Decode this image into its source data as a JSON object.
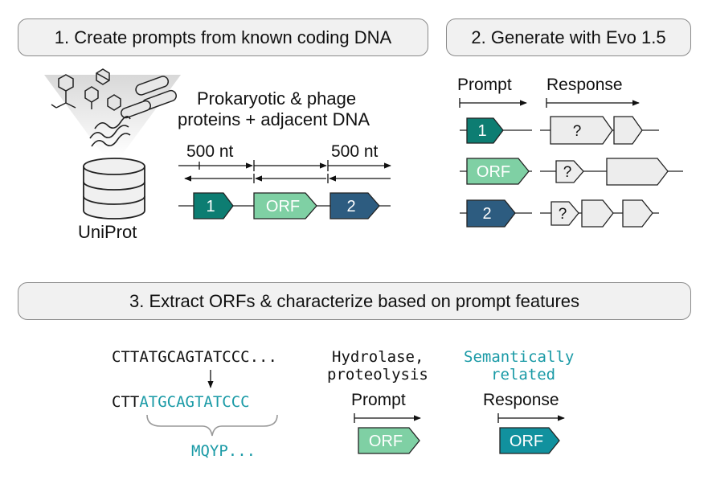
{
  "steps": {
    "step1": "1. Create prompts from known coding DNA",
    "step2": "2. Generate with Evo 1.5",
    "step3": "3. Extract ORFs & characterize based on prompt features"
  },
  "panel1": {
    "database_label": "UniProt",
    "description_line1": "Prokaryotic & phage",
    "description_line2": "proteins + adjacent DNA",
    "flank_left": "500 nt",
    "flank_right": "500 nt",
    "genes": [
      "1",
      "ORF",
      "2"
    ]
  },
  "panel2": {
    "prompt_label": "Prompt",
    "response_label": "Response",
    "rows": [
      {
        "prompt_gene": "1",
        "response_marks": [
          "?",
          ""
        ]
      },
      {
        "prompt_gene": "ORF",
        "response_marks": [
          "?",
          ""
        ]
      },
      {
        "prompt_gene": "2",
        "response_marks": [
          "?",
          "",
          ""
        ]
      }
    ]
  },
  "panel3": {
    "seq_raw": "CTTATGCAGTATCCC...",
    "seq_prefix": "CTT",
    "seq_orf": "ATGCAGTATCCC",
    "translation": "MQYP...",
    "annotation_line1": "Hydrolase,",
    "annotation_line2": "proteolysis",
    "relation_line1": "Semantically",
    "relation_line2": "related",
    "prompt_label": "Prompt",
    "response_label": "Response",
    "prompt_gene": "ORF",
    "response_gene": "ORF"
  },
  "colors": {
    "gene1": "#0d7d72",
    "orf": "#7fd0a4",
    "gene2": "#2d5c80",
    "response_orf": "#11919e",
    "unknown": "#ededed",
    "teal_text": "#1a9aa6"
  }
}
